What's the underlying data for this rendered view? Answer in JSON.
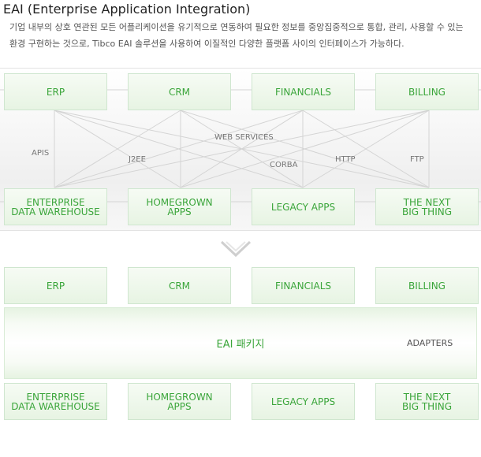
{
  "header": {
    "title": "EAI (Enterprise Application Integration)",
    "description": "기업 내부의 상호 연관된 모든 어플리케이션을 유기적으로 연동하여 필요한 정보를 중앙집중적으로 통합, 관리, 사용할 수 있는 환경 구현하는 것으로, Tibco EAI 솔루션을 사용하여 이질적인 다양한 플랫폼 사이의 인터페이스가 가능하다."
  },
  "before": {
    "top_systems": [
      "ERP",
      "CRM",
      "FINANCIALS",
      "BILLING"
    ],
    "bottom_systems": [
      "ENTERPRISE\nDATA WAREHOUSE",
      "HOMEGROWN\nAPPS",
      "LEGACY APPS",
      "THE NEXT\nBIG THING"
    ],
    "protocols": {
      "apis": "APIS",
      "j2ee": "J2EE",
      "web_services": "WEB SERVICES",
      "corba": "CORBA",
      "http": "HTTP",
      "ftp": "FTP"
    }
  },
  "after": {
    "top_systems": [
      "ERP",
      "CRM",
      "FINANCIALS",
      "BILLING"
    ],
    "eai_label": "EAI 패키지",
    "adapters_label": "ADAPTERS",
    "bottom_systems": [
      "ENTERPRISE\nDATA WAREHOUSE",
      "HOMEGROWN\nAPPS",
      "LEGACY APPS",
      "THE NEXT\nBIG THING"
    ]
  },
  "colors": {
    "accent_green": "#3aa53a",
    "box_border": "#cfe6cf",
    "line_gray": "#d2d2d2"
  },
  "icons": {
    "transition": "chevron-down-icon",
    "adapter_arrows": "arrow-right-icon"
  }
}
